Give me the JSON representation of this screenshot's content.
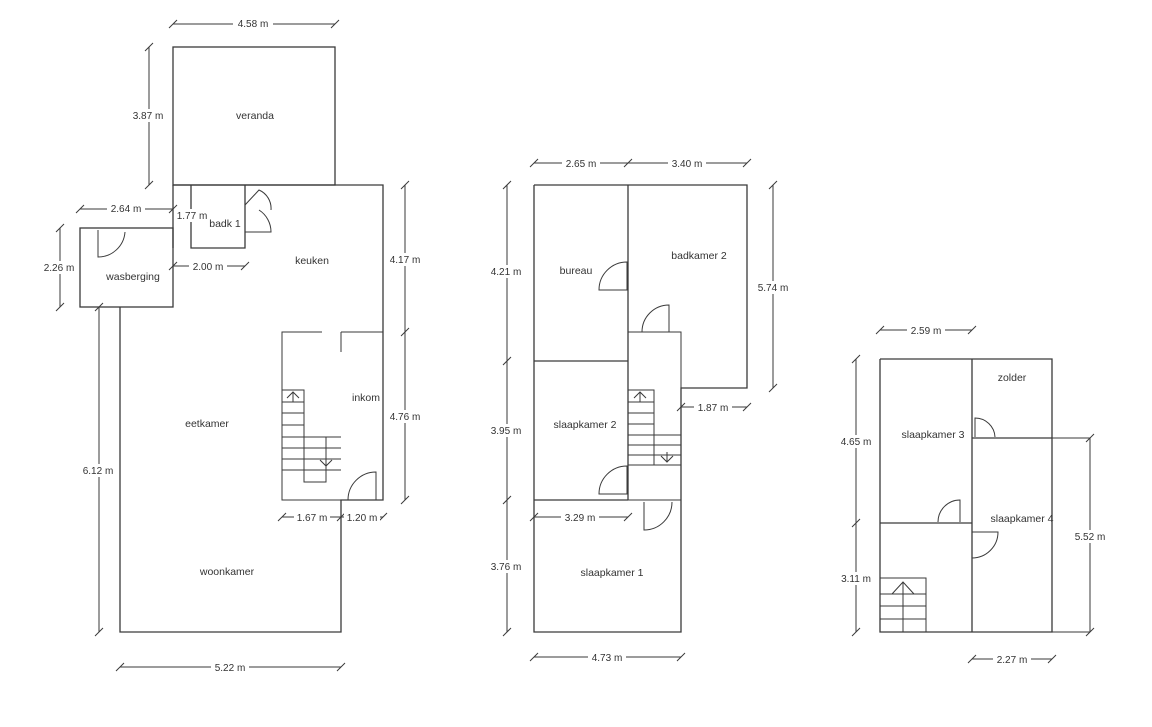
{
  "rooms": {
    "veranda": "veranda",
    "badk1": "badk 1",
    "keuken": "keuken",
    "wasberging": "wasberging",
    "eetkamer": "eetkamer",
    "inkom": "inkom",
    "woonkamer": "woonkamer",
    "bureau": "bureau",
    "badkamer2": "badkamer 2",
    "slaapkamer2": "slaapkamer 2",
    "slaapkamer1": "slaapkamer 1",
    "zolder": "zolder",
    "slaapkamer3": "slaapkamer 3",
    "slaapkamer4": "slaapkamer 4"
  },
  "dimensions": {
    "veranda_width": "4.58 m",
    "veranda_depth": "3.87 m",
    "badk1_width": "1.77 m",
    "wasberging_width": "2.64 m",
    "wasberging_depth": "2.26 m",
    "badk1_bottom": "2.00 m",
    "keuken_depth": "4.17 m",
    "inkom_depth": "4.76 m",
    "eetkamer_depth": "6.12 m",
    "stairs_width": "1.67 m",
    "inkom_width": "1.20 m",
    "woonkamer_width": "5.22 m",
    "bureau_width": "2.65 m",
    "badkamer2_width": "3.40 m",
    "bureau_depth": "4.21 m",
    "badkamer2_depth": "5.74 m",
    "badkamer2_bottom": "1.87 m",
    "slaapkamer2_depth": "3.95 m",
    "slaapkamer2_width": "3.29 m",
    "slaapkamer1_depth": "3.76 m",
    "slaapkamer1_width": "4.73 m",
    "slaapkamer3_width": "2.59 m",
    "slaapkamer3_depth": "4.65 m",
    "stairs3_depth": "3.11 m",
    "slaapkamer4_depth": "5.52 m",
    "slaapkamer4_width": "2.27 m"
  }
}
